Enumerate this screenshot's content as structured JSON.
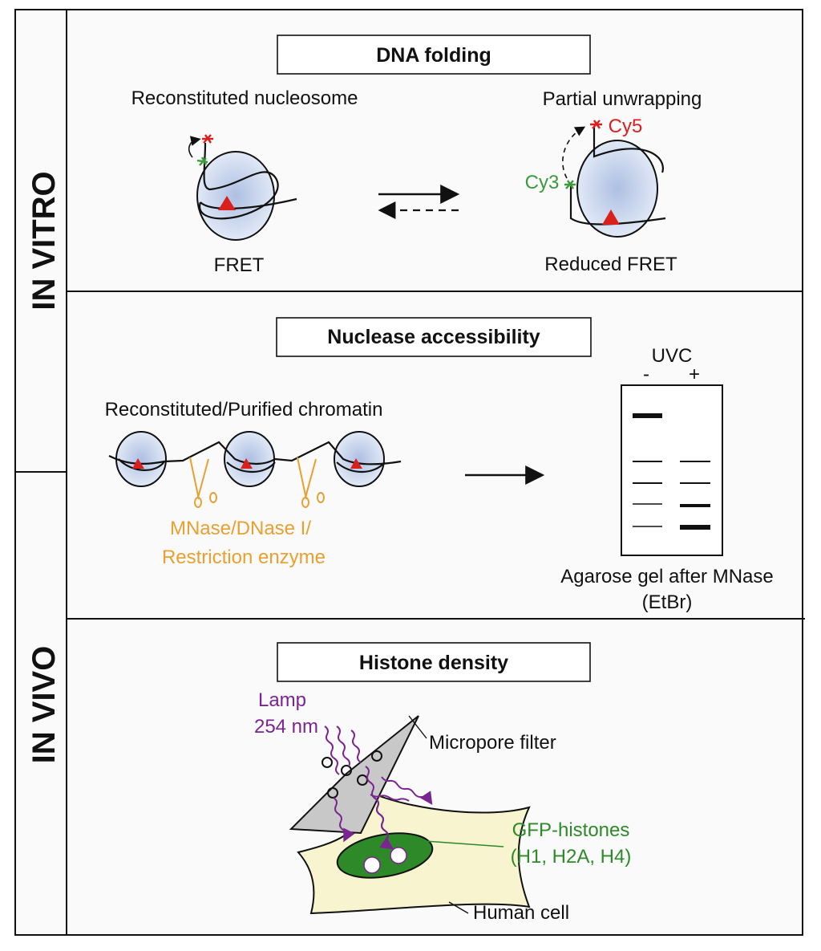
{
  "side_labels": {
    "top": "IN VITRO",
    "bottom": "IN VIVO"
  },
  "panels": {
    "dna_folding": {
      "title": "DNA folding",
      "left_label": "Reconstituted nucleosome",
      "right_label": "Partial unwrapping",
      "left_caption": "FRET",
      "right_caption": "Reduced FRET",
      "donor": "Cy3",
      "acceptor": "Cy5"
    },
    "nuclease": {
      "title": "Nuclease accessibility",
      "chromatin_label": "Reconstituted/Purified chromatin",
      "enzyme_line1": "MNase/DNase I/",
      "enzyme_line2": "Restriction enzyme",
      "gel_header": "UVC",
      "lane_minus": "-",
      "lane_plus": "+",
      "gel_caption_line1": "Agarose gel after MNase",
      "gel_caption_line2": "(EtBr)"
    },
    "histone": {
      "title": "Histone density",
      "lamp_line1": "Lamp",
      "lamp_line2": "254 nm",
      "filter_label": "Micropore filter",
      "gfp_line1": "GFP-histones",
      "gfp_line2": "(H1, H2A, H4)",
      "cell_label": "Human cell"
    }
  },
  "colors": {
    "panel_bg": "#fafafa",
    "histone_fill": "#c9d7ee",
    "triangle": "#d9201c",
    "cy3": "#3c9a3c",
    "cy5": "#d82020",
    "enzyme": "#e8a030",
    "uv": "#7a2590",
    "filter": "#c8c8c8",
    "cell": "#f7f4cf",
    "nucleus": "#2e8a28"
  }
}
